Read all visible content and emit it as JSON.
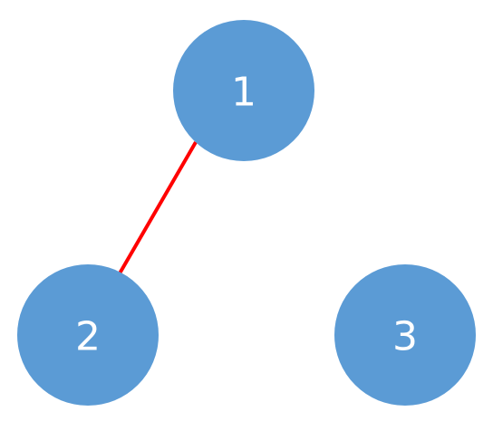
{
  "colors": {
    "node_fill": "#5b9bd5",
    "node_label": "#ffffff",
    "edge": "#ff0000"
  },
  "nodes": [
    {
      "label": "1"
    },
    {
      "label": "2"
    },
    {
      "label": "3"
    }
  ],
  "edges": [
    {
      "from": "1",
      "to": "2"
    }
  ]
}
